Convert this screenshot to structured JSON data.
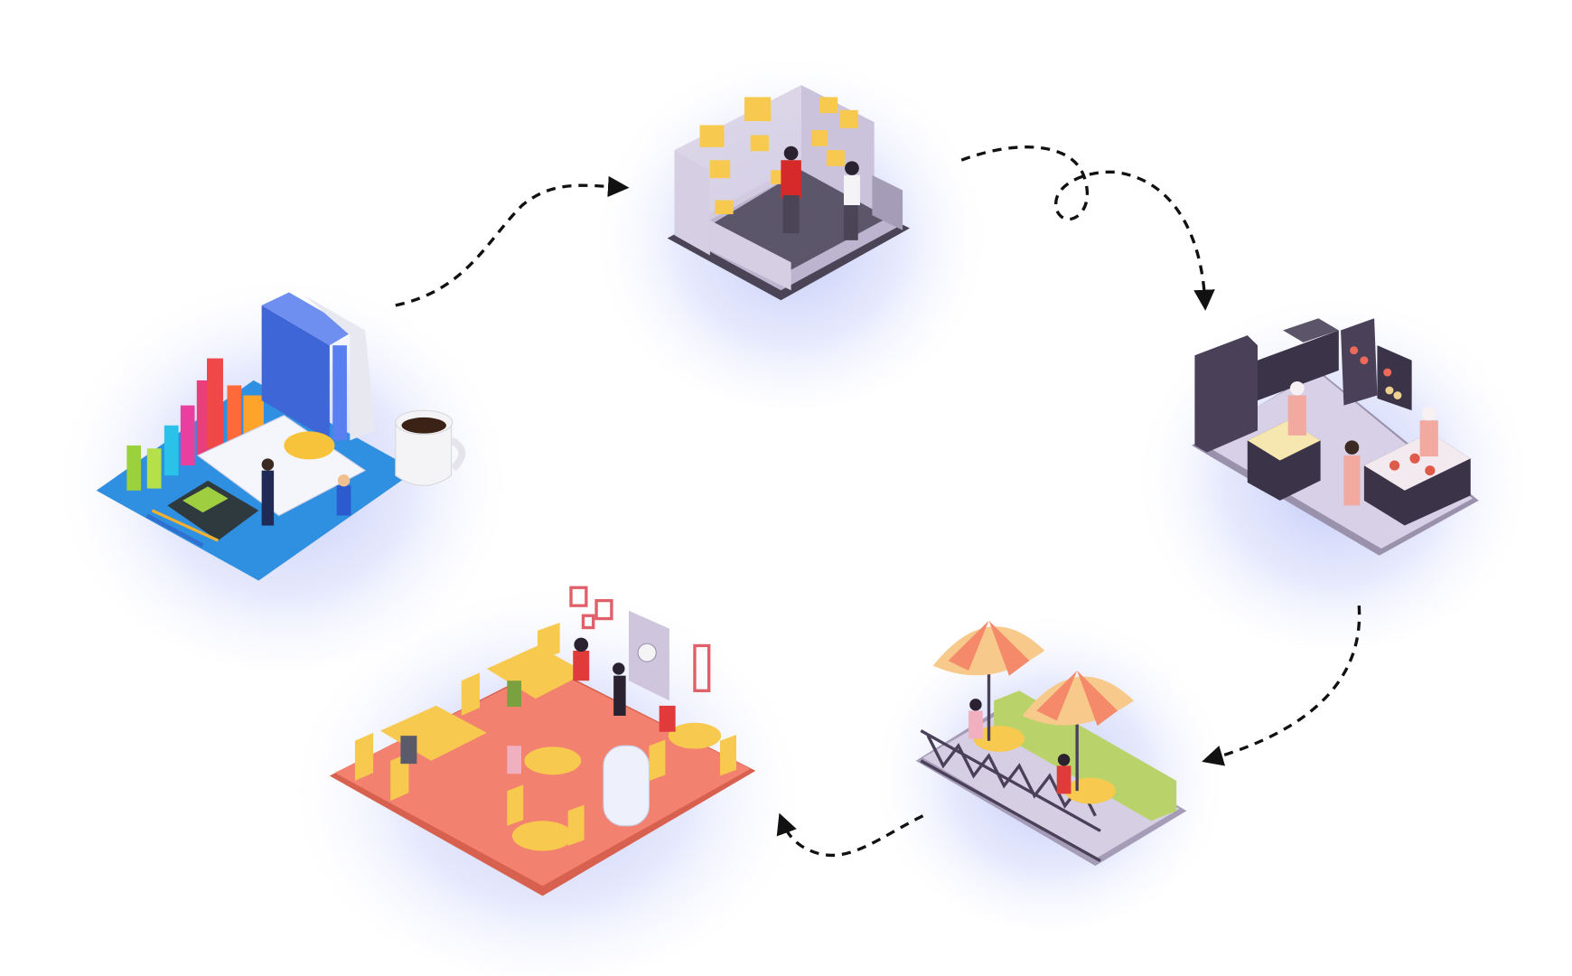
{
  "diagram": {
    "type": "cycle-flow",
    "direction": "clockwise",
    "stages": [
      {
        "id": "planning",
        "icon": "office-analytics-icon"
      },
      {
        "id": "warehouse",
        "icon": "warehouse-storage-icon"
      },
      {
        "id": "kitchen",
        "icon": "commercial-kitchen-icon"
      },
      {
        "id": "terrace",
        "icon": "outdoor-cafe-terrace-icon"
      },
      {
        "id": "restaurant",
        "icon": "restaurant-dining-hall-icon"
      }
    ],
    "connectors": [
      {
        "from": "planning",
        "to": "warehouse",
        "style": "dashed-arrow"
      },
      {
        "from": "warehouse",
        "to": "kitchen",
        "style": "dashed-arrow-loop"
      },
      {
        "from": "kitchen",
        "to": "terrace",
        "style": "dashed-arrow"
      },
      {
        "from": "terrace",
        "to": "restaurant",
        "style": "dashed-arrow"
      }
    ]
  },
  "colors": {
    "background": "#ffffff",
    "glow": "#b9c3f7",
    "arrow": "#111111",
    "warehouse_floor": "#c9bfd9",
    "kitchen_cabinet": "#4a4159",
    "restaurant_floor": "#f2826f",
    "furniture_yellow": "#f7c94e",
    "umbrella_stripe": "#f48a6a",
    "terrace_bench": "#b9d36a",
    "binder_blue": "#3f66d6"
  }
}
